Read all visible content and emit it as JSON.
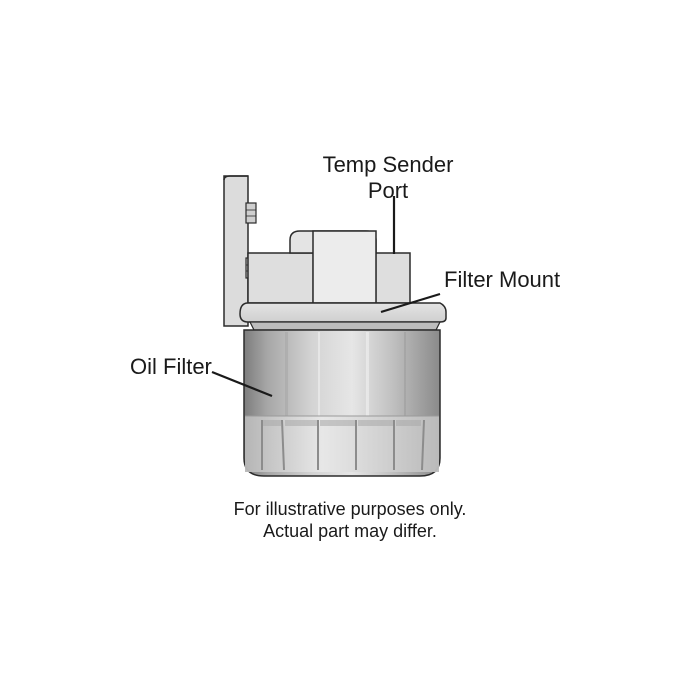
{
  "diagram": {
    "labels": {
      "temp_sender_line1": "Temp Sender",
      "temp_sender_line2": "Port",
      "filter_mount": "Filter Mount",
      "oil_filter": "Oil Filter"
    },
    "disclaimer": {
      "line1": "For illustrative purposes only.",
      "line2": "Actual part may differ."
    }
  },
  "colors": {
    "outline": "#2b2b2b",
    "metal_light": "#e3e3e3",
    "metal_mid": "#c4c4c4",
    "metal_dark": "#8a8a8a",
    "text": "#1a1a1a",
    "background": "#ffffff"
  }
}
